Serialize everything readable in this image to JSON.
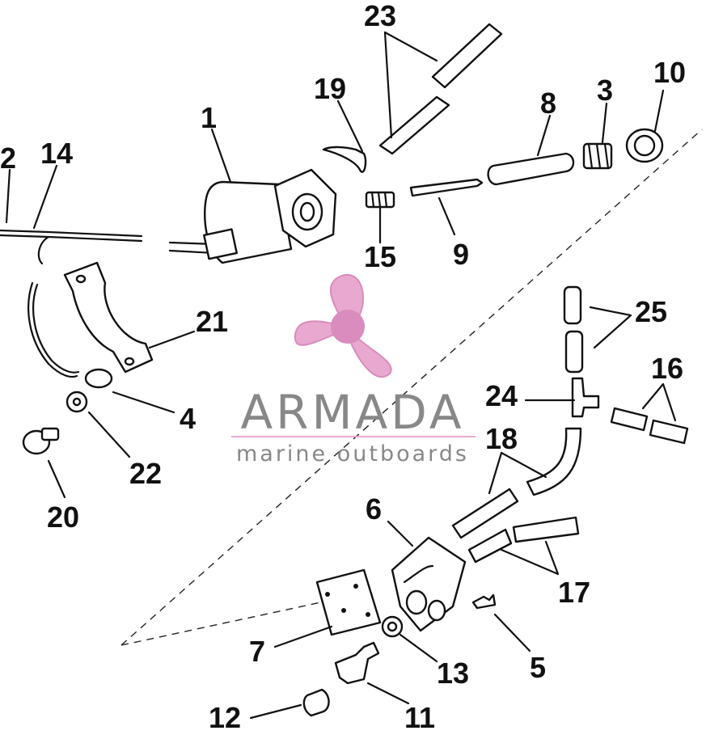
{
  "diagram": {
    "part_labels": [
      "1",
      "2",
      "3",
      "4",
      "5",
      "6",
      "7",
      "8",
      "9",
      "10",
      "11",
      "12",
      "13",
      "14",
      "15",
      "16",
      "17",
      "18",
      "19",
      "20",
      "21",
      "22",
      "23",
      "24",
      "25"
    ]
  },
  "watermark": {
    "brand": "ARMADA",
    "tagline": "marine outboards",
    "colors": {
      "pink": "#e8a8cf",
      "gray": "#888888",
      "hub": "#d98cbd"
    }
  }
}
